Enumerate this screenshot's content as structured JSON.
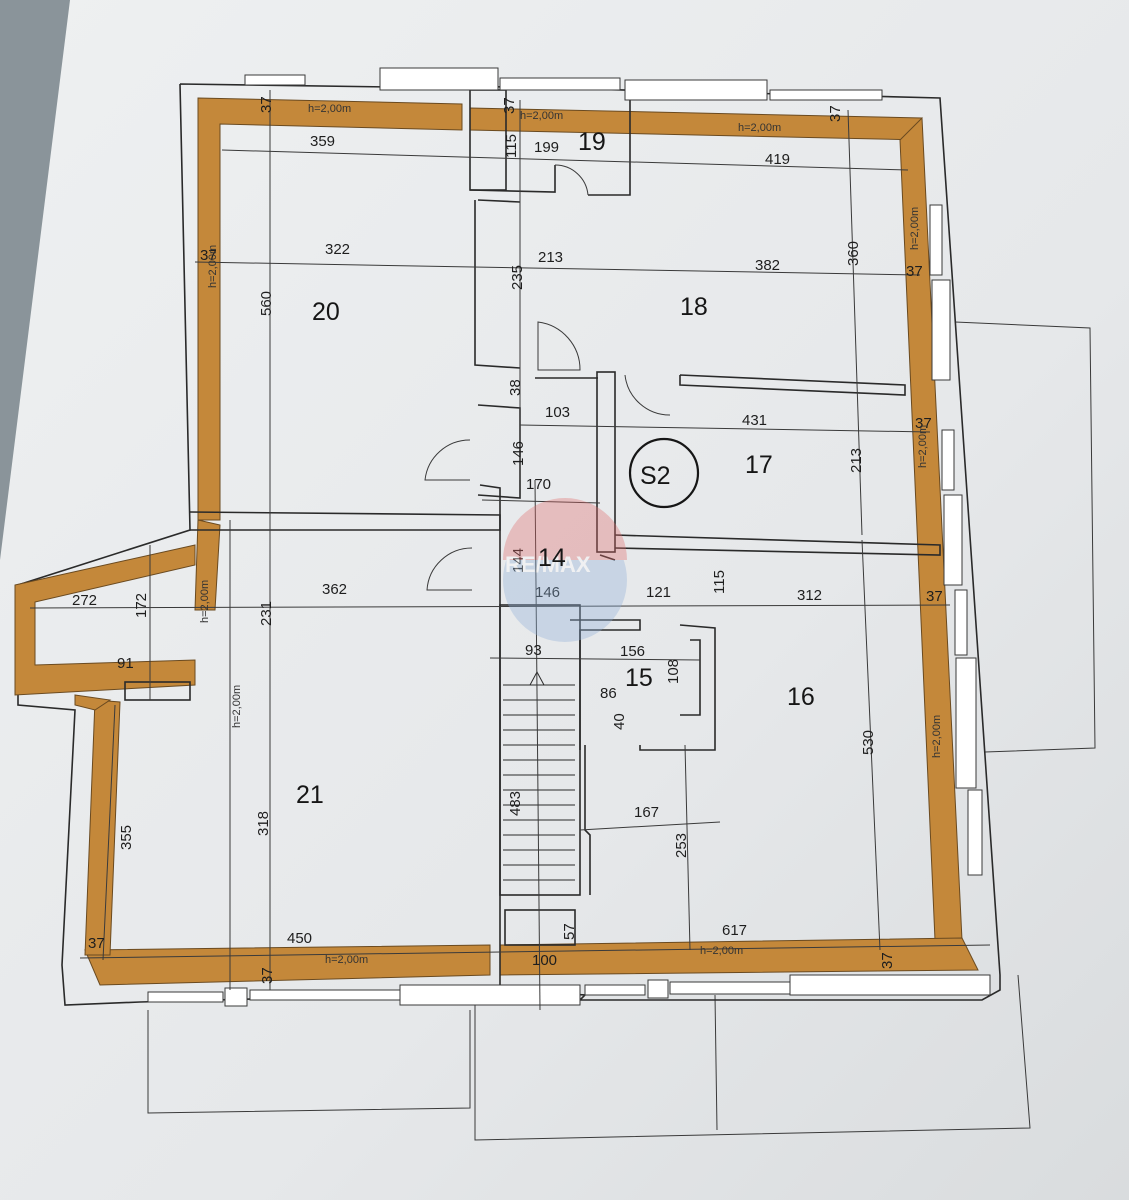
{
  "plan": {
    "rooms": {
      "r14": "14",
      "r15": "15",
      "r16": "16",
      "r17": "17",
      "r18": "18",
      "r19": "19",
      "r20": "20",
      "r21": "21"
    },
    "label_s2": "S2",
    "watermark": "RE/MAX",
    "heights": {
      "h_top_left": "h=2,00m",
      "h_top_mid": "h=2,00m",
      "h_top_right": "h=2,00m",
      "h_right_upper": "h=2,00m",
      "h_right_mid": "h=2,00m",
      "h_right_lower": "h=2,00m",
      "h_left_upper": "h=2,00m",
      "h_left_lower": "h=2,00m",
      "h_annex": "h=2,00m",
      "h_bottom_left": "h=2,00m",
      "h_bottom_right": "h=2,00m"
    },
    "dims": {
      "d37_tl": "37",
      "d37_tm": "37",
      "d37_tr": "37",
      "d359": "359",
      "d115a": "115",
      "d199": "199",
      "d419": "419",
      "d37_l1": "37",
      "d322": "322",
      "d213a": "213",
      "d382": "382",
      "d360": "360",
      "d37_r1": "37",
      "d560": "560",
      "d235": "235",
      "d38": "38",
      "d103": "103",
      "d431": "431",
      "d37_r2": "37",
      "d146a": "146",
      "d170": "170",
      "d213b": "213",
      "d272": "272",
      "d172": "172",
      "d362": "362",
      "d231": "231",
      "d144": "144",
      "d146b": "146",
      "d121": "121",
      "d115b": "115",
      "d312": "312",
      "d37_r3": "37",
      "d91": "91",
      "d93": "93",
      "d156": "156",
      "d108": "108",
      "d86": "86",
      "d40": "40",
      "d530": "530",
      "d483": "483",
      "d167": "167",
      "d253": "253",
      "d355": "355",
      "d318": "318",
      "d37_bl": "37",
      "d450": "450",
      "d57": "57",
      "d617": "617",
      "d100": "100",
      "d37_bm": "37",
      "d37_br": "37"
    }
  }
}
